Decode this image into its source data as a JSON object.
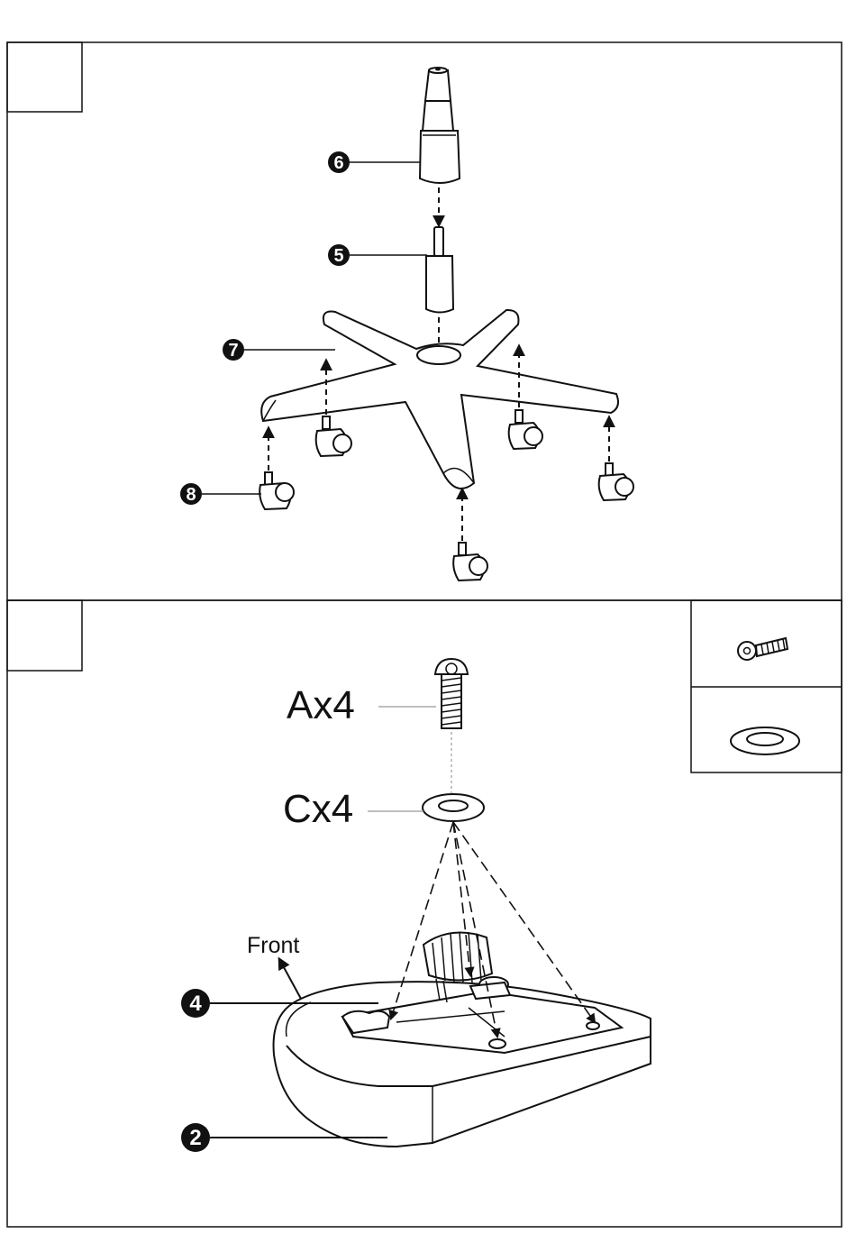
{
  "step1": {
    "callouts": [
      {
        "name": "callout-6",
        "number": "6"
      },
      {
        "name": "callout-5",
        "number": "5"
      },
      {
        "name": "callout-7",
        "number": "7"
      },
      {
        "name": "callout-8",
        "number": "8"
      }
    ]
  },
  "step2": {
    "label_a": "Ax4",
    "label_c": "Cx4",
    "label_front": "Front",
    "callouts": [
      {
        "name": "callout-4",
        "number": "4"
      },
      {
        "name": "callout-2",
        "number": "2"
      }
    ]
  }
}
